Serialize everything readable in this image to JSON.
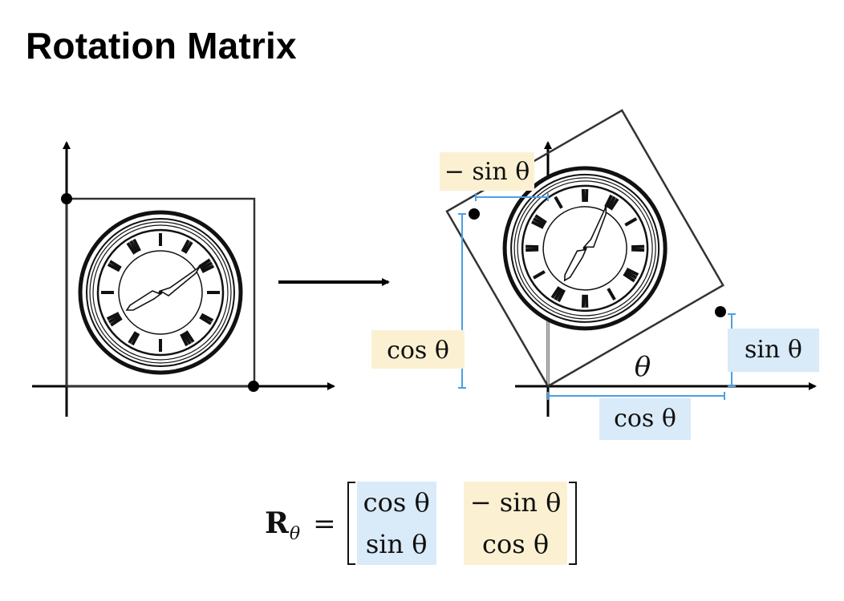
{
  "slide": {
    "title": "Rotation Matrix"
  },
  "diagram": {
    "labels": {
      "neg_sin": "− sin θ",
      "cos_left": "cos θ",
      "sin_right": "sin θ",
      "cos_bottom": "cos θ",
      "theta": "θ"
    },
    "colors": {
      "blue_highlight": "#d9eaf8",
      "yellow_highlight": "#fbf1d2",
      "dimension_line": "#4a9fe6",
      "box_stroke": "#333333"
    },
    "rotation_angle_deg": 30
  },
  "matrix": {
    "lhs_symbol": "R",
    "lhs_subscript": "θ",
    "equals": "=",
    "col1": [
      "cos θ",
      "sin θ"
    ],
    "col2": [
      "− sin θ",
      "cos θ"
    ]
  }
}
